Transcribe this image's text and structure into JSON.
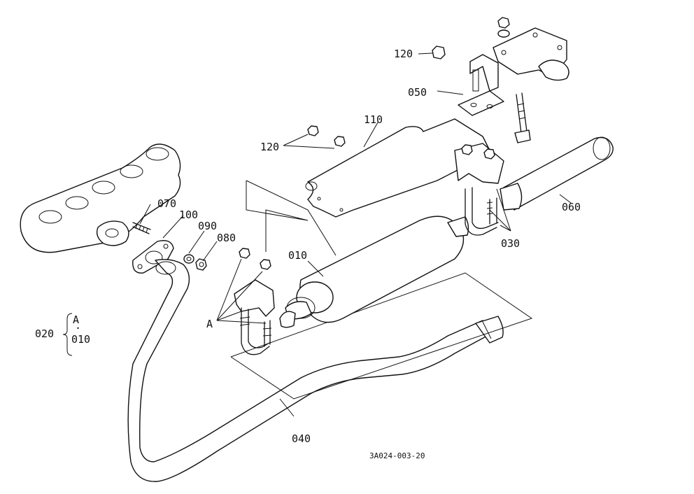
{
  "callouts": {
    "c010": "010",
    "c020": "020",
    "c030": "030",
    "c040": "040",
    "c050": "050",
    "c060": "060",
    "c070": "070",
    "c080": "080",
    "c090": "090",
    "c100": "100",
    "c110": "110",
    "c120a": "120",
    "c120b": "120"
  },
  "letter_a": "A",
  "group_legend": {
    "letter": "A",
    "dot": "·",
    "number": "010"
  },
  "drawing_code": "3A024-003-20"
}
